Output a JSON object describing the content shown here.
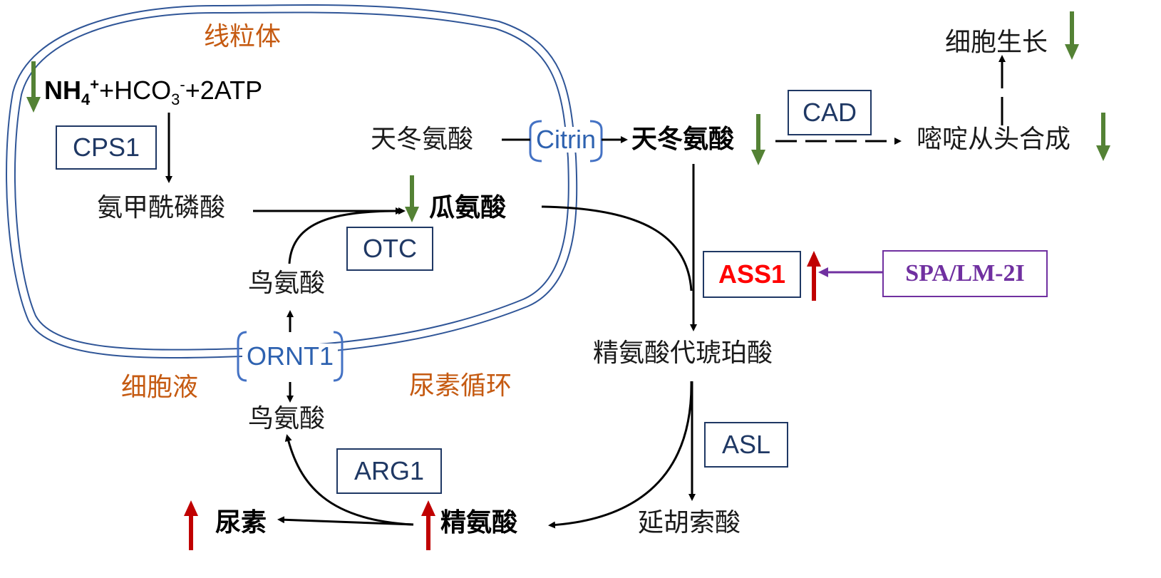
{
  "compartments": {
    "mitochondria": "线粒体",
    "cytosol": "细胞液",
    "urea_cycle": "尿素循环"
  },
  "substrate": {
    "nh4": "NH",
    "nh4_sub": "4",
    "nh4_sup": "+",
    "plus_hco": "+HCO",
    "hco_sub": "3",
    "hco_sup": "-",
    "atp": "+2ATP"
  },
  "metabolites": {
    "carbamoyl_phosphate": "氨甲酰磷酸",
    "citrulline": "瓜氨酸",
    "ornithine_mito": "鸟氨酸",
    "ornithine_cyto": "鸟氨酸",
    "aspartate_mito": "天冬氨酸",
    "aspartate_cyto": "天冬氨酸",
    "argininosuccinate": "精氨酸代琥珀酸",
    "fumarate": "延胡索酸",
    "arginine": "精氨酸",
    "urea": "尿素",
    "pyrimidine_synthesis": "嘧啶从头合成",
    "cell_growth": "细胞生长"
  },
  "enzymes": {
    "cps1": "CPS1",
    "otc": "OTC",
    "cad": "CAD",
    "ass1": "ASS1",
    "asl": "ASL",
    "arg1": "ARG1",
    "spa": "SPA/LM-2I"
  },
  "transporters": {
    "citrin": "Citrin",
    "ornt1": "ORNT1"
  },
  "colors": {
    "down_arrow": "#548235",
    "up_arrow": "#c00000",
    "membrane": "#2f5597",
    "enzyme_border": "#1f3864",
    "compartment_text": "#c55a11",
    "ass1_text": "#ff0000",
    "inhibitor": "#7030a0"
  }
}
